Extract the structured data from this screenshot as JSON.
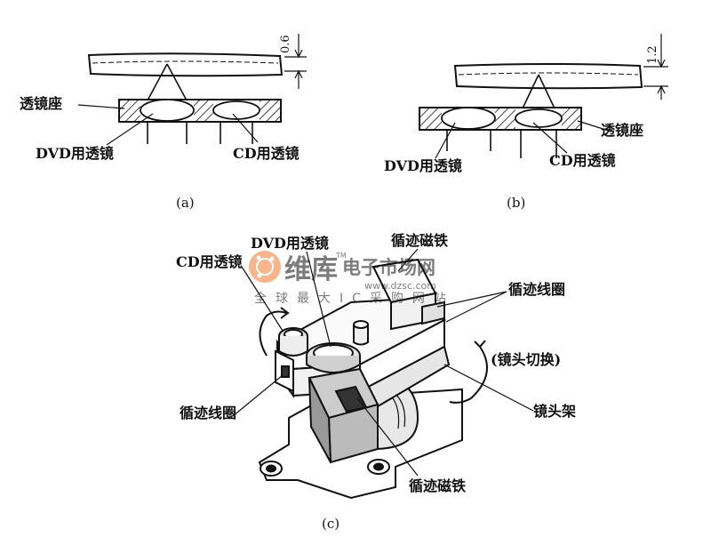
{
  "panel_a": {
    "gap_label": "0.6",
    "lens_seat_label": "透镜座",
    "dvd_lens_label": "DVD用透镜",
    "cd_lens_label": "CD用透镜",
    "caption": "(a)"
  },
  "panel_b": {
    "gap_label": "1.2",
    "lens_seat_label": "透镜座",
    "dvd_lens_label": "DVD用透镜",
    "cd_lens_label": "CD用透镜",
    "caption": "(b)"
  },
  "panel_c": {
    "dvd_lens_label": "DVD用透镜",
    "cd_lens_label": "CD用透镜",
    "tracking_magnet_top": "循迹磁铁",
    "tracking_coil_right": "循迹线圈",
    "lens_switch_label": "(镜头切换)",
    "lens_holder_label": "镜头架",
    "tracking_coil_left": "循迹线圈",
    "tracking_magnet_bottom": "循迹磁铁",
    "caption": "(c)"
  },
  "watermark": {
    "brand": "维库",
    "brand_suffix": "电子市场网",
    "url": "www.dzsc.com",
    "slogan": "全球最大IC采购网站",
    "tm": "TM"
  }
}
